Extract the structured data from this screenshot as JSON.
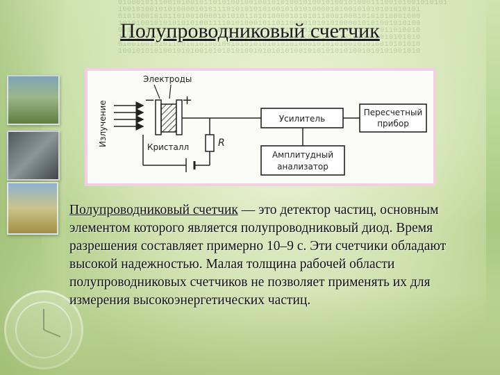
{
  "title": "Полупроводниковый счетчик",
  "diagram": {
    "label_electrodes": "Электроды",
    "label_radiation": "Излучение",
    "label_crystal": "Кристалл",
    "label_resistor": "R",
    "label_minus": "−",
    "label_plus": "+",
    "label_amplifier": "Усилитель",
    "label_counter_line1": "Пересчетный",
    "label_counter_line2": "прибор",
    "label_analyzer_line1": "Амплитудный",
    "label_analyzer_line2": "анализатор"
  },
  "description": {
    "term": "Полупроводниковый счетчик",
    "text": " — это детектор частиц, основным элементом которого является полупроводниковый диод. Время разрешения составляет примерно 10–9 с. Эти счетчики обладают высокой надежностью. Малая толщина рабочей области полупроводниковых счетчиков не позволяет применять их для измерения высокоэнергетических частиц."
  },
  "colors": {
    "frame": "#f2cfe3",
    "background": "#b9d696"
  }
}
